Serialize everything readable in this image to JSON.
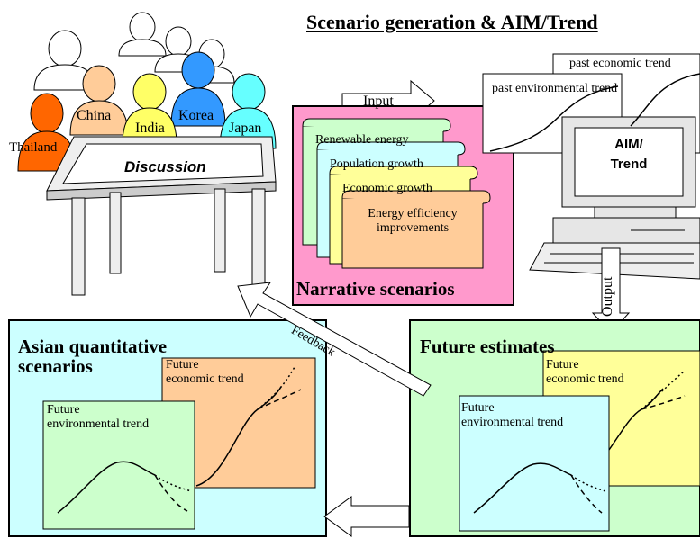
{
  "title": "Scenario generation & AIM/Trend",
  "people": [
    "Thailand",
    "China",
    "India",
    "Korea",
    "Japan"
  ],
  "discussion_label": "Discussion",
  "input_label": "Input",
  "output_label": "Output",
  "feedback_label": "Feedback",
  "narrative": {
    "title": "Narrative scenarios",
    "items": [
      "Renewable energy",
      "Population growth",
      "Economic growth",
      "Energy efficiency improvements"
    ]
  },
  "computer": {
    "label_line1": "AIM/",
    "label_line2": "Trend",
    "past_economic": "past economic trend",
    "past_environmental": "past environmental trend"
  },
  "asian_box": {
    "title_line1": "Asian quantitative",
    "title_line2": "scenarios",
    "econ_line1": "Future",
    "econ_line2": "economic trend",
    "env_line1": "Future",
    "env_line2": "environmental trend"
  },
  "future_box": {
    "title": "Future estimates",
    "econ_line1": "Future",
    "econ_line2": "economic trend",
    "env_line1": "Future",
    "env_line2": "environmental trend"
  },
  "colors": {
    "narrative_bg": "#ff99cc",
    "asian_bg": "#ccffff",
    "future_bg": "#ccffcc",
    "econ_panel_orange": "#ffcc99",
    "econ_panel_yellow": "#ffff99",
    "env_panel_green": "#ccffcc",
    "env_panel_cyan": "#ccffff",
    "thailand": "#ff6600",
    "china": "#ffcc99",
    "india": "#ffff66",
    "korea": "#3399ff",
    "japan": "#66ffff"
  }
}
